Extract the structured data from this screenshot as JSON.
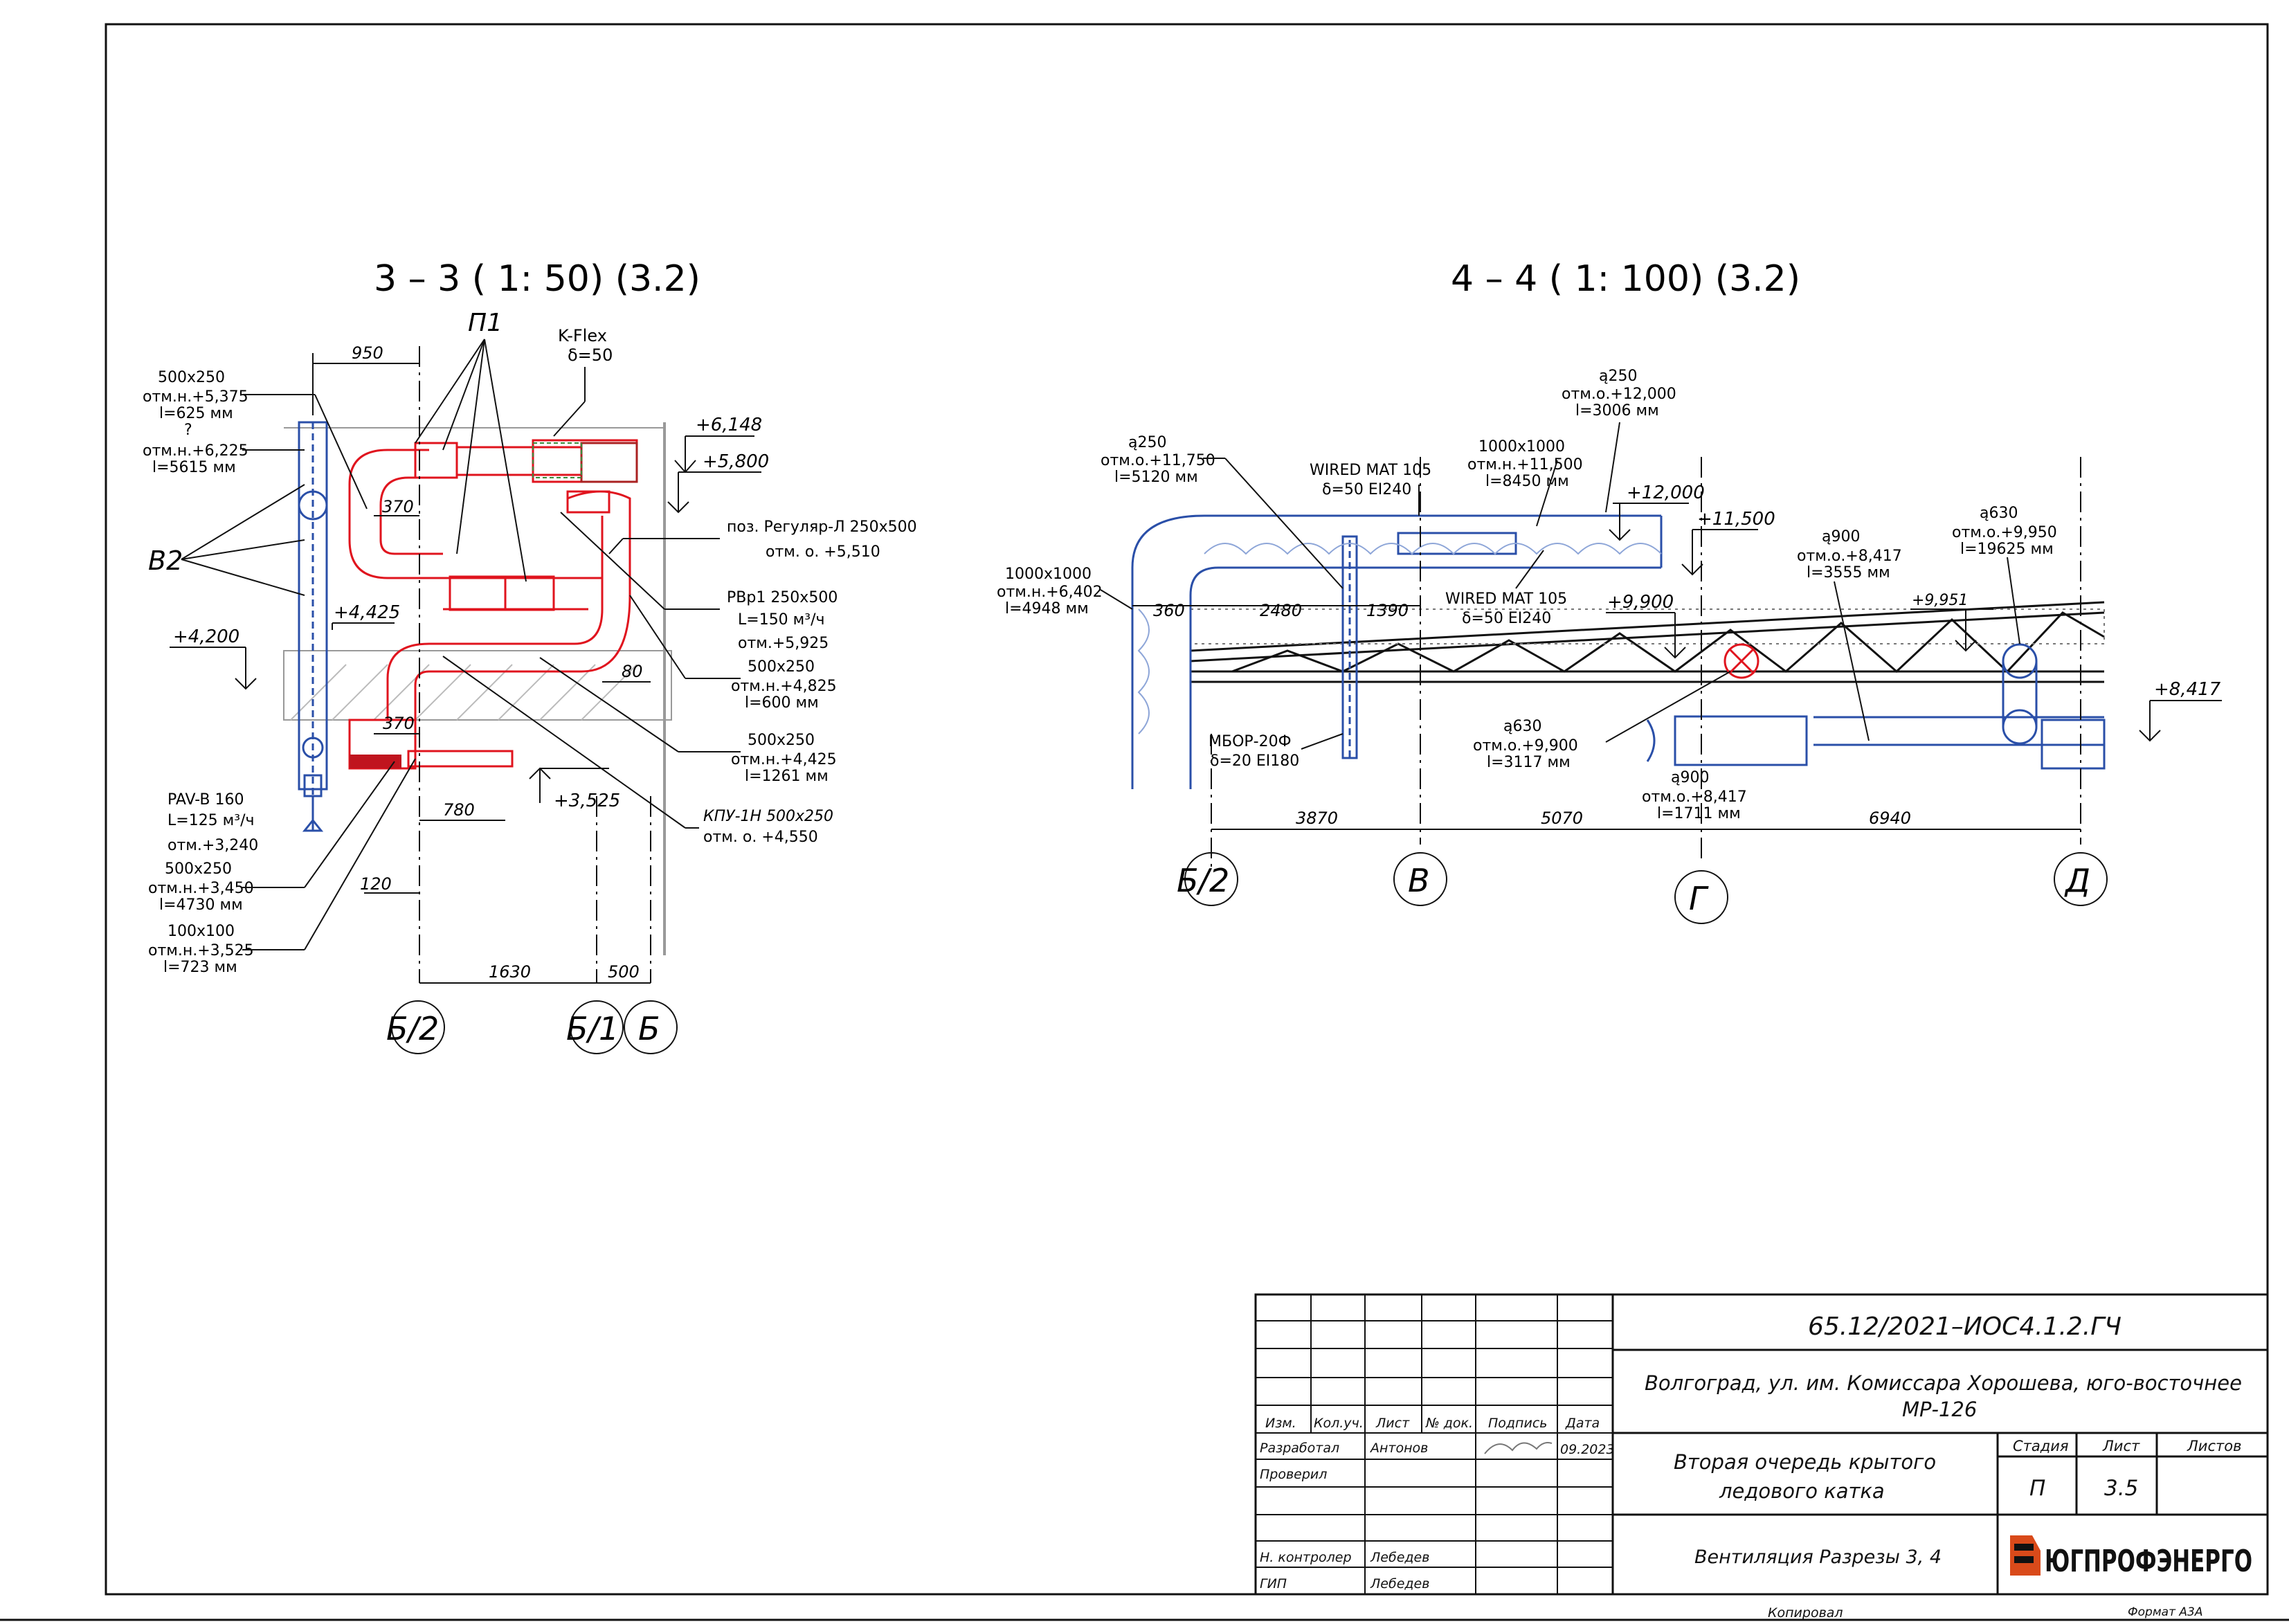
{
  "section3": {
    "title": "3 – 3 ( 1: 50) (3.2)",
    "unit_label": "П1",
    "label_v2": "В2",
    "kflex": [
      "K-Flex",
      "δ=50"
    ],
    "dims": {
      "d950": "950",
      "d370a": "370",
      "d370b": "370",
      "d780": "780",
      "d120": "120",
      "d80": "80",
      "d1630": "1630",
      "d500": "500"
    },
    "levels": {
      "l6148": "+6,148",
      "l5800": "+5,800",
      "l4425": "+4,425",
      "l4200": "+4,200",
      "l3525": "+3,525"
    },
    "notes_left": {
      "n1": [
        "500x250",
        "отм.н.+5,375",
        "l=625 мм",
        "?",
        "отм.н.+6,225",
        "l=5615 мм"
      ],
      "n2": [
        "PAV-B 160",
        "L=125 м³/ч",
        "отм.+3,240"
      ],
      "n3": [
        "500x250",
        "отм.н.+3,450",
        "l=4730 мм"
      ],
      "n4": [
        "100x100",
        "отм.н.+3,525",
        "l=723 мм"
      ]
    },
    "notes_right": {
      "n5": [
        "поз. Регуляр-Л 250x500",
        "отм. о. +5,510"
      ],
      "n6": [
        "РВр1 250x500",
        "L=150 м³/ч",
        "отм.+5,925"
      ],
      "n7": [
        "500x250",
        "отм.н.+4,825",
        "l=600 мм"
      ],
      "n8": [
        "500x250",
        "отм.н.+4,425",
        "l=1261 мм"
      ],
      "n9": [
        "КПУ-1Н 500x250",
        "отм. о. +4,550"
      ]
    },
    "axes": [
      "Б/2",
      "Б/1",
      "Б"
    ]
  },
  "section4": {
    "title": "4 – 4 ( 1: 100) (3.2)",
    "notes": {
      "a": [
        "ą250",
        "отм.о.+11,750",
        "l=5120 мм"
      ],
      "b": [
        "1000x1000",
        "отм.н.+6,402",
        "l=4948 мм"
      ],
      "c": [
        "WIRED MAT 105",
        "δ=50 EI240"
      ],
      "d": [
        "1000x1000",
        "отм.н.+11,500",
        "l=8450 мм"
      ],
      "e": [
        "ą250",
        "отм.о.+12,000",
        "l=3006 мм"
      ],
      "f": [
        "WIRED MAT 105",
        "δ=50 EI240"
      ],
      "g": [
        "ą900",
        "отм.о.+8,417",
        "l=3555 мм"
      ],
      "h": [
        "ą630",
        "отм.о.+9,950",
        "l=19625 мм"
      ],
      "i": [
        "МБОР-20Ф",
        "δ=20 EI180"
      ],
      "j": [
        "ą630",
        "отм.о.+9,900",
        "l=3117 мм"
      ],
      "k": [
        "ą900",
        "отм.о.+8,417",
        "l=1711 мм"
      ]
    },
    "dims": {
      "d360": "360",
      "d2480": "2480",
      "d1390": "1390",
      "d3870": "3870",
      "d5070": "5070",
      "d6940": "6940"
    },
    "levels": {
      "l12000": "+12,000",
      "l11500": "+11,500",
      "l9900": "+9,900",
      "l9951": "+9,951",
      "l8417": "+8,417"
    },
    "axes": [
      "Б/2",
      "В",
      "Г",
      "Д"
    ]
  },
  "title_block": {
    "code": "65.12/2021–ИОС4.1.2.ГЧ",
    "address": [
      "Волгоград, ул. им. Комиссара Хорошева, юго-восточнее",
      "МР-126"
    ],
    "headers": [
      "Изм.",
      "Кол.уч.",
      "Лист",
      "№ док.",
      "Подпись",
      "Дата"
    ],
    "rows": [
      {
        "role": "Разработал",
        "name": "Антонов",
        "date": "09.2023"
      },
      {
        "role": "Проверил",
        "name": "",
        "date": ""
      },
      {
        "role": "Н. контролер",
        "name": "Лебедев",
        "date": ""
      },
      {
        "role": "ГИП",
        "name": "Лебедев",
        "date": ""
      }
    ],
    "object_name": [
      "Вторая очередь крытого",
      "ледового катка"
    ],
    "stage_header": "Стадия",
    "sheet_header": "Лист",
    "sheets_header": "Листов",
    "stage": "П",
    "sheet": "3.5",
    "sheets": "",
    "drawing_name": "Вентиляция Разрезы 3, 4",
    "company": "ЮГПРОФЭНЕРГО",
    "copied": "Копировал",
    "format": "Формат А3А"
  }
}
